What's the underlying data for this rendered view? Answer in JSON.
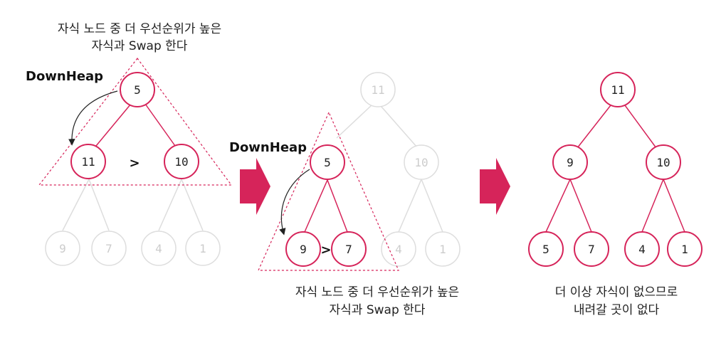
{
  "colors": {
    "accent": "#d6245a",
    "faded": "#dddddd",
    "faded_text": "#cccccc",
    "text": "#222222"
  },
  "panel1": {
    "caption_line1": "자식 노드 중 더 우선순위가 높은",
    "caption_line2": "자식과 Swap 한다",
    "op_label": "DownHeap",
    "compare_symbol": ">",
    "nodes": {
      "root": "5",
      "left": "11",
      "right": "10",
      "ll": "9",
      "lr": "7",
      "rl": "4",
      "rr": "1"
    }
  },
  "panel2": {
    "caption_line1": "자식 노드 중 더 우선순위가 높은",
    "caption_line2": "자식과 Swap 한다",
    "op_label": "DownHeap",
    "compare_symbol": ">",
    "nodes": {
      "root": "11",
      "left": "5",
      "right": "10",
      "ll": "9",
      "lr": "7",
      "rl": "4",
      "rr": "1"
    }
  },
  "panel3": {
    "caption_line1": "더 이상 자식이 없으므로",
    "caption_line2": "내려갈 곳이 없다",
    "nodes": {
      "root": "11",
      "left": "9",
      "right": "10",
      "ll": "5",
      "lr": "7",
      "rl": "4",
      "rr": "1"
    }
  },
  "arrows": [
    "right-arrow",
    "right-arrow"
  ]
}
